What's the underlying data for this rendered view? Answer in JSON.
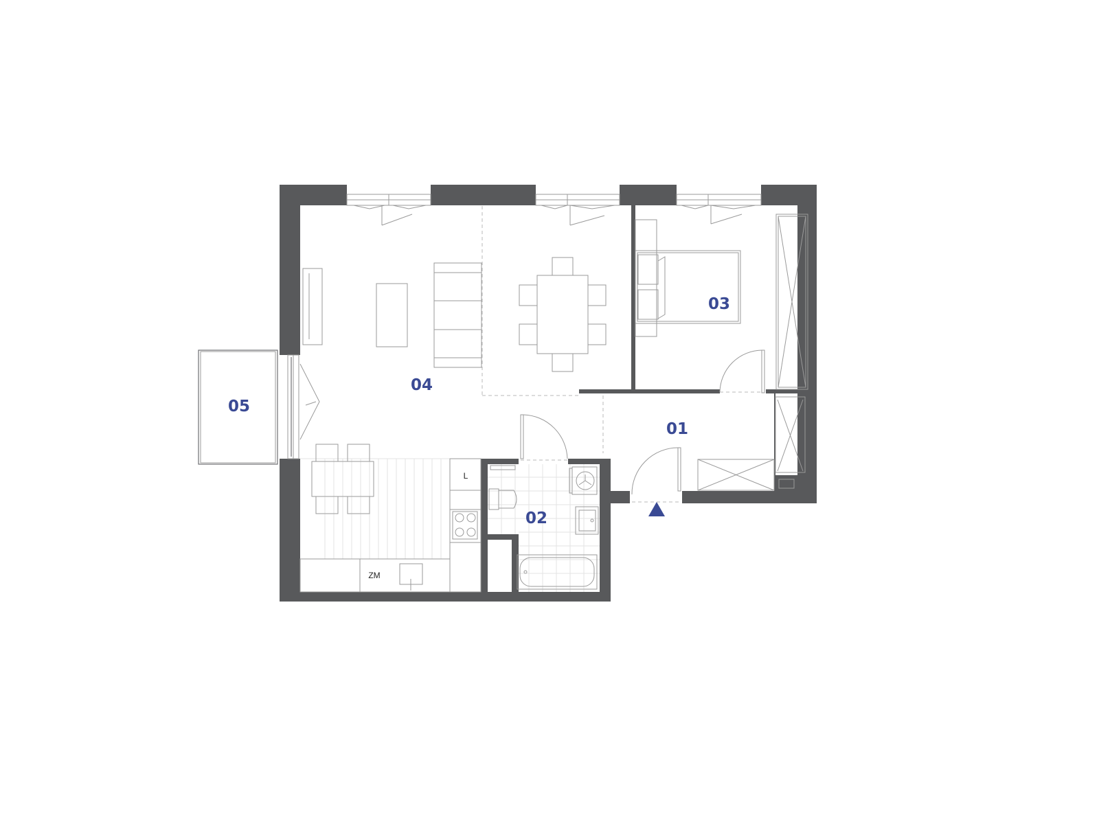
{
  "rooms": {
    "r01": "01",
    "r02": "02",
    "r03": "03",
    "r04": "04",
    "r05": "05"
  },
  "labels": {
    "kitchen_cabinet": "ZM",
    "fridge": "L"
  },
  "colors": {
    "wall": "#58595b",
    "accent": "#3a4a94",
    "line": "#9a9a9a"
  },
  "icons": {
    "entrance": "entrance-triangle-icon"
  }
}
